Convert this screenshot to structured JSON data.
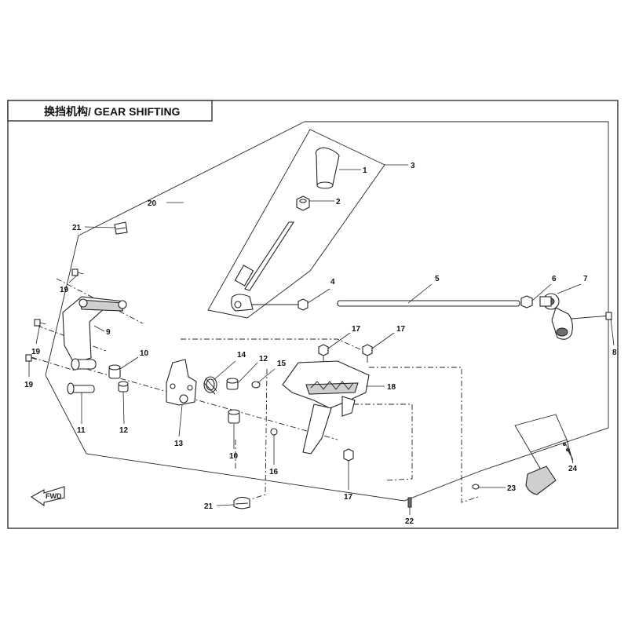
{
  "title": "换挡机构/ GEAR SHIFTING",
  "fwd_label": "FWD",
  "callouts": [
    {
      "key": "c1",
      "label": "1"
    },
    {
      "key": "c2",
      "label": "2"
    },
    {
      "key": "c3",
      "label": "3"
    },
    {
      "key": "c4",
      "label": "4"
    },
    {
      "key": "c5",
      "label": "5"
    },
    {
      "key": "c6",
      "label": "6"
    },
    {
      "key": "c7",
      "label": "7"
    },
    {
      "key": "c8",
      "label": "8"
    },
    {
      "key": "c9",
      "label": "9"
    },
    {
      "key": "c10a",
      "label": "10"
    },
    {
      "key": "c10b",
      "label": "10"
    },
    {
      "key": "c11",
      "label": "11"
    },
    {
      "key": "c12a",
      "label": "12"
    },
    {
      "key": "c12b",
      "label": "12"
    },
    {
      "key": "c13",
      "label": "13"
    },
    {
      "key": "c14",
      "label": "14"
    },
    {
      "key": "c15",
      "label": "15"
    },
    {
      "key": "c16",
      "label": "16"
    },
    {
      "key": "c17a",
      "label": "17"
    },
    {
      "key": "c17b",
      "label": "17"
    },
    {
      "key": "c17c",
      "label": "17"
    },
    {
      "key": "c18",
      "label": "18"
    },
    {
      "key": "c19a",
      "label": "19"
    },
    {
      "key": "c19b",
      "label": "19"
    },
    {
      "key": "c19c",
      "label": "19"
    },
    {
      "key": "c20",
      "label": "20"
    },
    {
      "key": "c21a",
      "label": "21"
    },
    {
      "key": "c21b",
      "label": "21"
    },
    {
      "key": "c22",
      "label": "22"
    },
    {
      "key": "c23",
      "label": "23"
    },
    {
      "key": "c24",
      "label": "24"
    }
  ]
}
